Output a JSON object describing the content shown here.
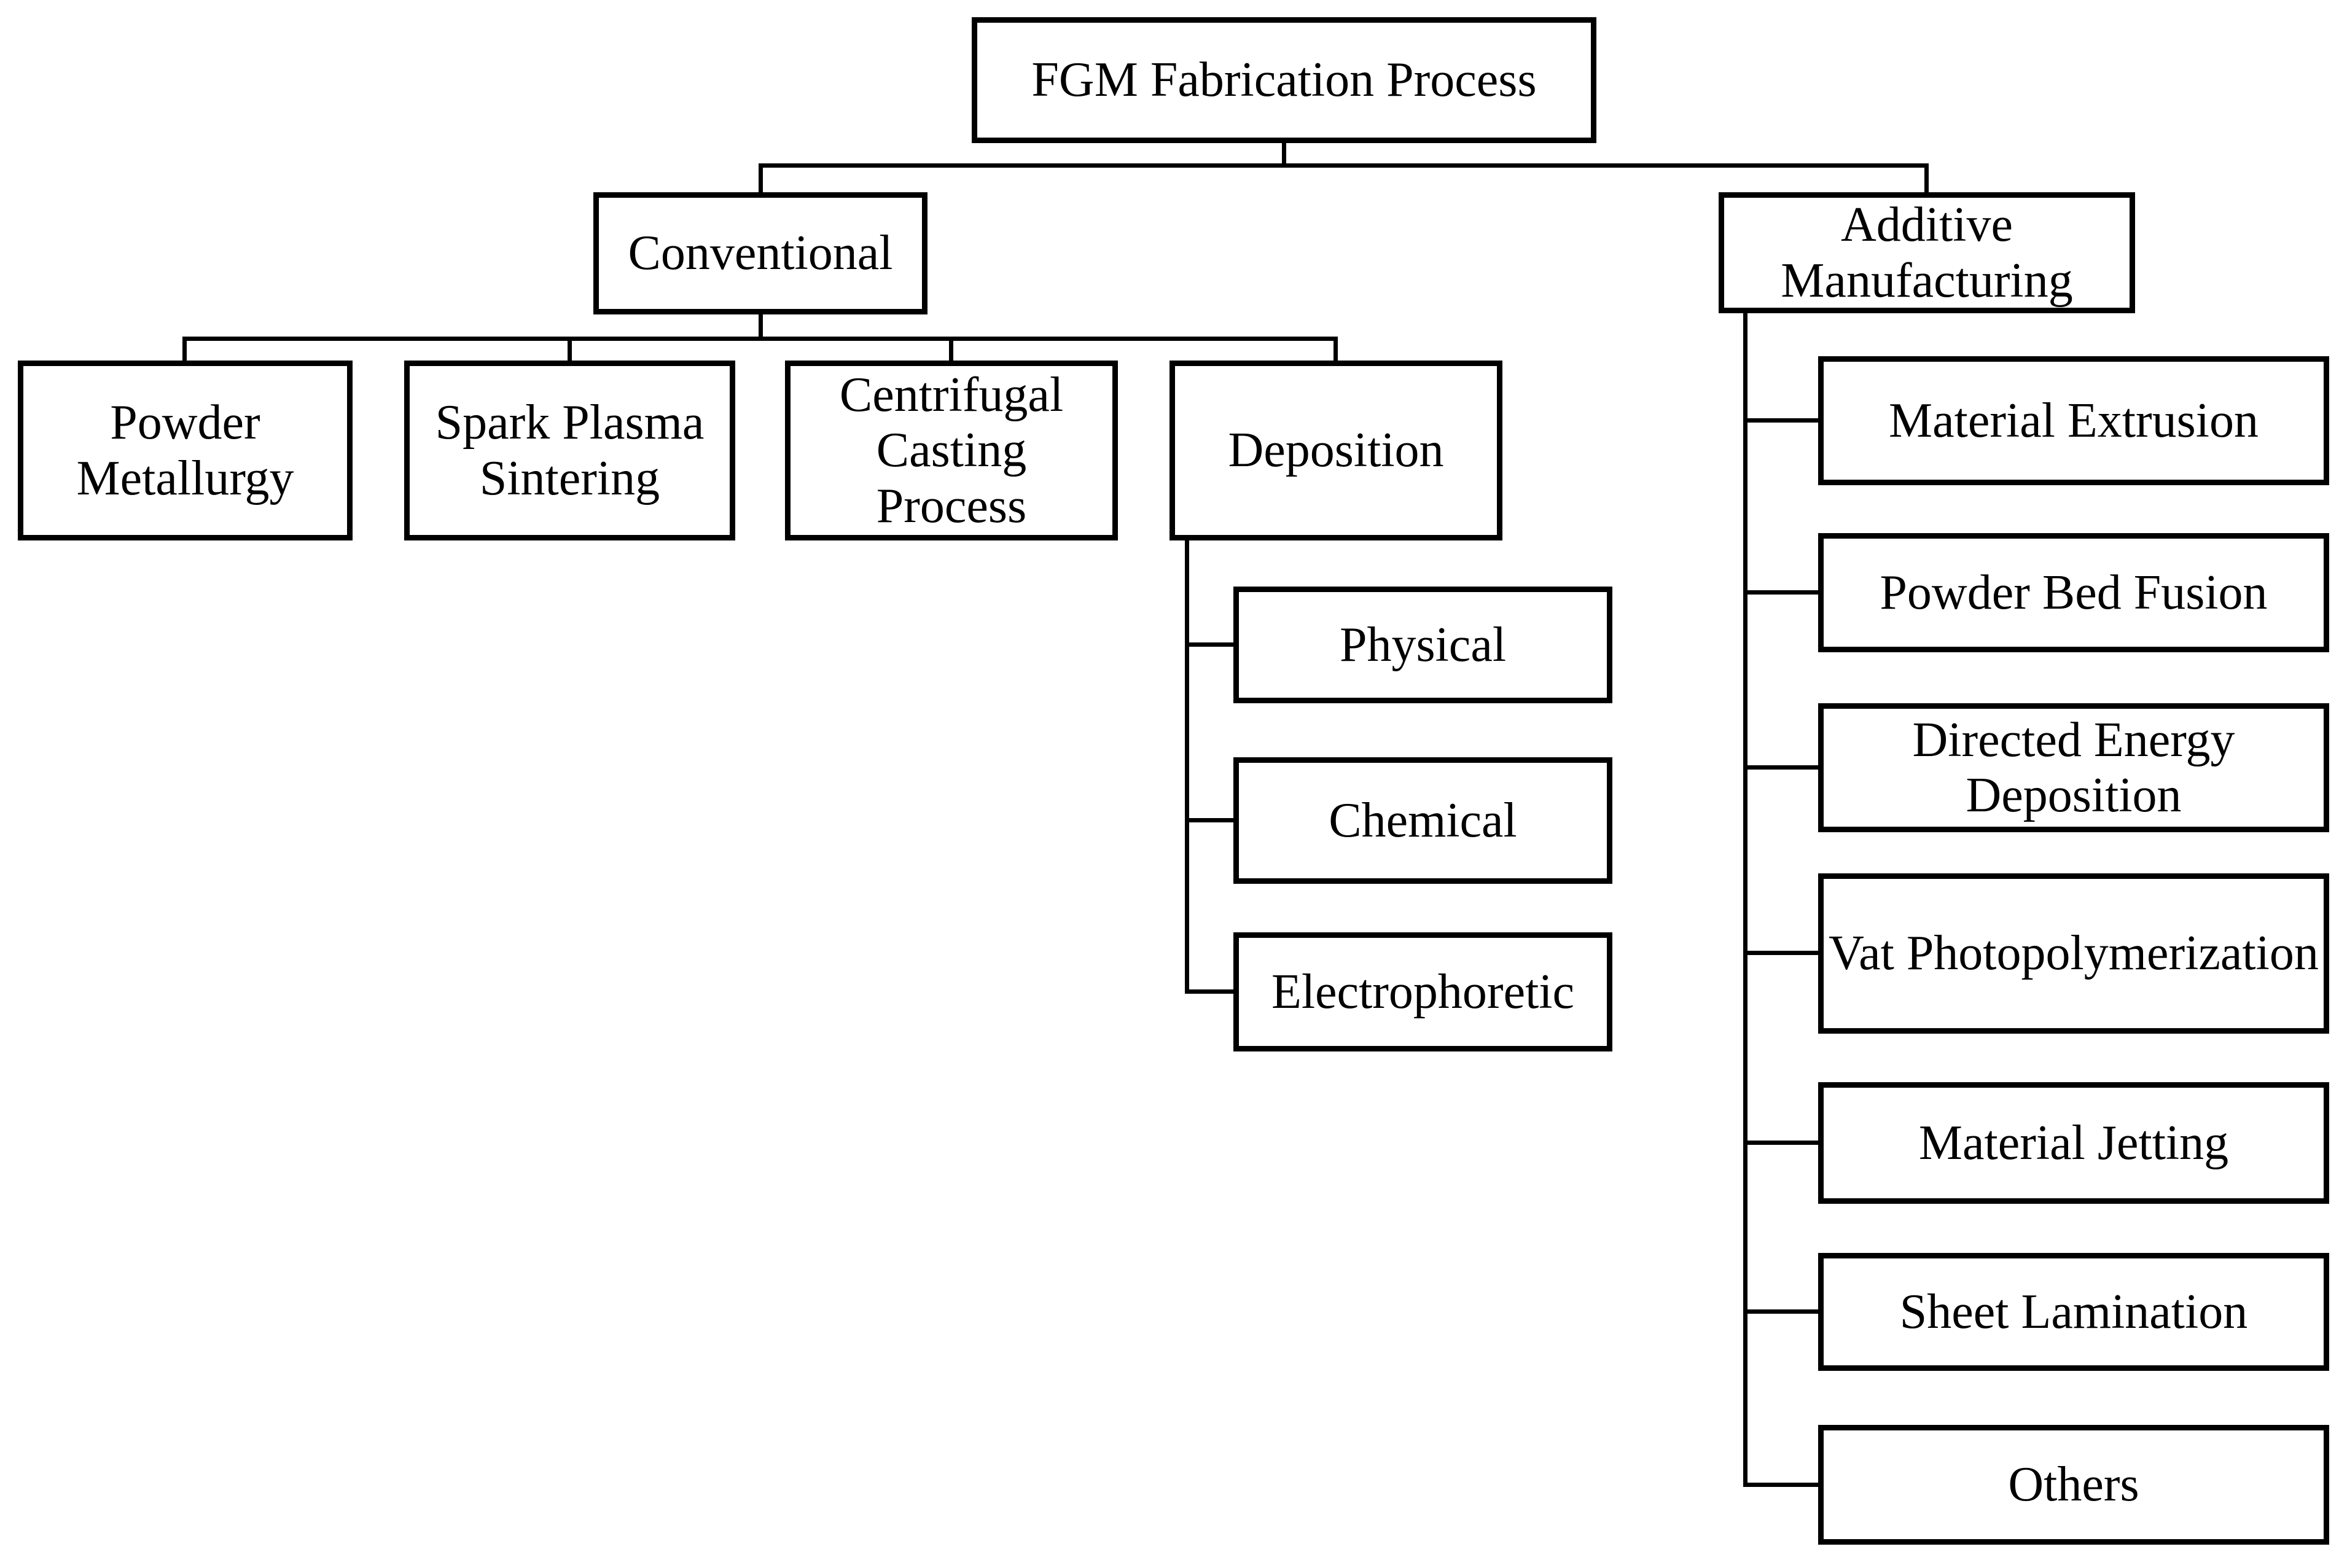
{
  "figure": {
    "type": "tree-flowchart",
    "colors": {
      "background": "#ffffff",
      "line": "#000000",
      "text": "#000000"
    },
    "root": {
      "label": "FGM Fabrication Process"
    },
    "branches": [
      {
        "label": "Conventional",
        "children": [
          {
            "label": "Powder Metallurgy"
          },
          {
            "label": "Spark Plasma Sintering"
          },
          {
            "label": "Centrifugal Casting Process"
          },
          {
            "label": "Deposition",
            "children": [
              {
                "label": "Physical"
              },
              {
                "label": "Chemical"
              },
              {
                "label": "Electrophoretic"
              }
            ]
          }
        ]
      },
      {
        "label": "Additive Manufacturing",
        "children": [
          {
            "label": "Material Extrusion"
          },
          {
            "label": "Powder Bed Fusion"
          },
          {
            "label": "Directed Energy Deposition"
          },
          {
            "label": "Vat Photopolymerization"
          },
          {
            "label": "Material Jetting"
          },
          {
            "label": "Sheet Lamination"
          },
          {
            "label": "Others"
          }
        ]
      }
    ]
  }
}
